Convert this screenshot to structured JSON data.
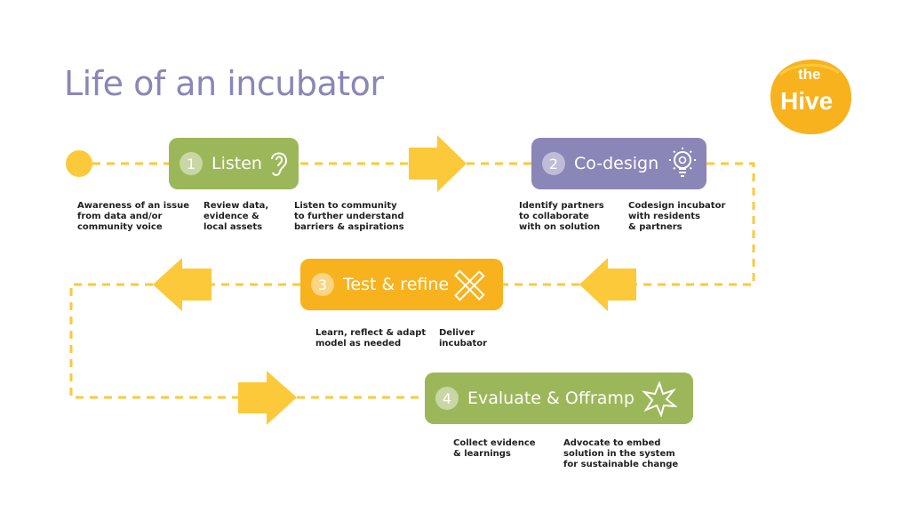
{
  "title": "Life of an incubator",
  "logo": {
    "line1": "the",
    "line2": "Hive"
  },
  "colors": {
    "yellow": "#fcc93a",
    "green": "#9cb75a",
    "purple": "#8a86b8",
    "orange": "#f7b21e"
  },
  "steps": [
    {
      "number": "1",
      "label": "Listen",
      "icon": "ear-icon"
    },
    {
      "number": "2",
      "label": "Co-design",
      "icon": "lightbulb-icon"
    },
    {
      "number": "3",
      "label": "Test & refine",
      "icon": "ruler-pencil-icon"
    },
    {
      "number": "4",
      "label": "Evaluate & Offramp",
      "icon": "star-burst-icon"
    }
  ],
  "notes": {
    "start": "Awareness of an issue\nfrom data and/or\ncommunity voice",
    "review": "Review data,\nevidence &\nlocal assets",
    "listen": "Listen to community\nto further understand\nbarriers & aspirations",
    "partners": "Identify partners\nto collaborate\nwith on solution",
    "codesign": "Codesign incubator\nwith residents\n& partners",
    "learn": "Learn, reflect & adapt\nmodel as needed",
    "deliver": "Deliver\nincubator",
    "collect": "Collect evidence\n& learnings",
    "advocate": "Advocate to embed\nsolution in the system\nfor sustainable change"
  }
}
